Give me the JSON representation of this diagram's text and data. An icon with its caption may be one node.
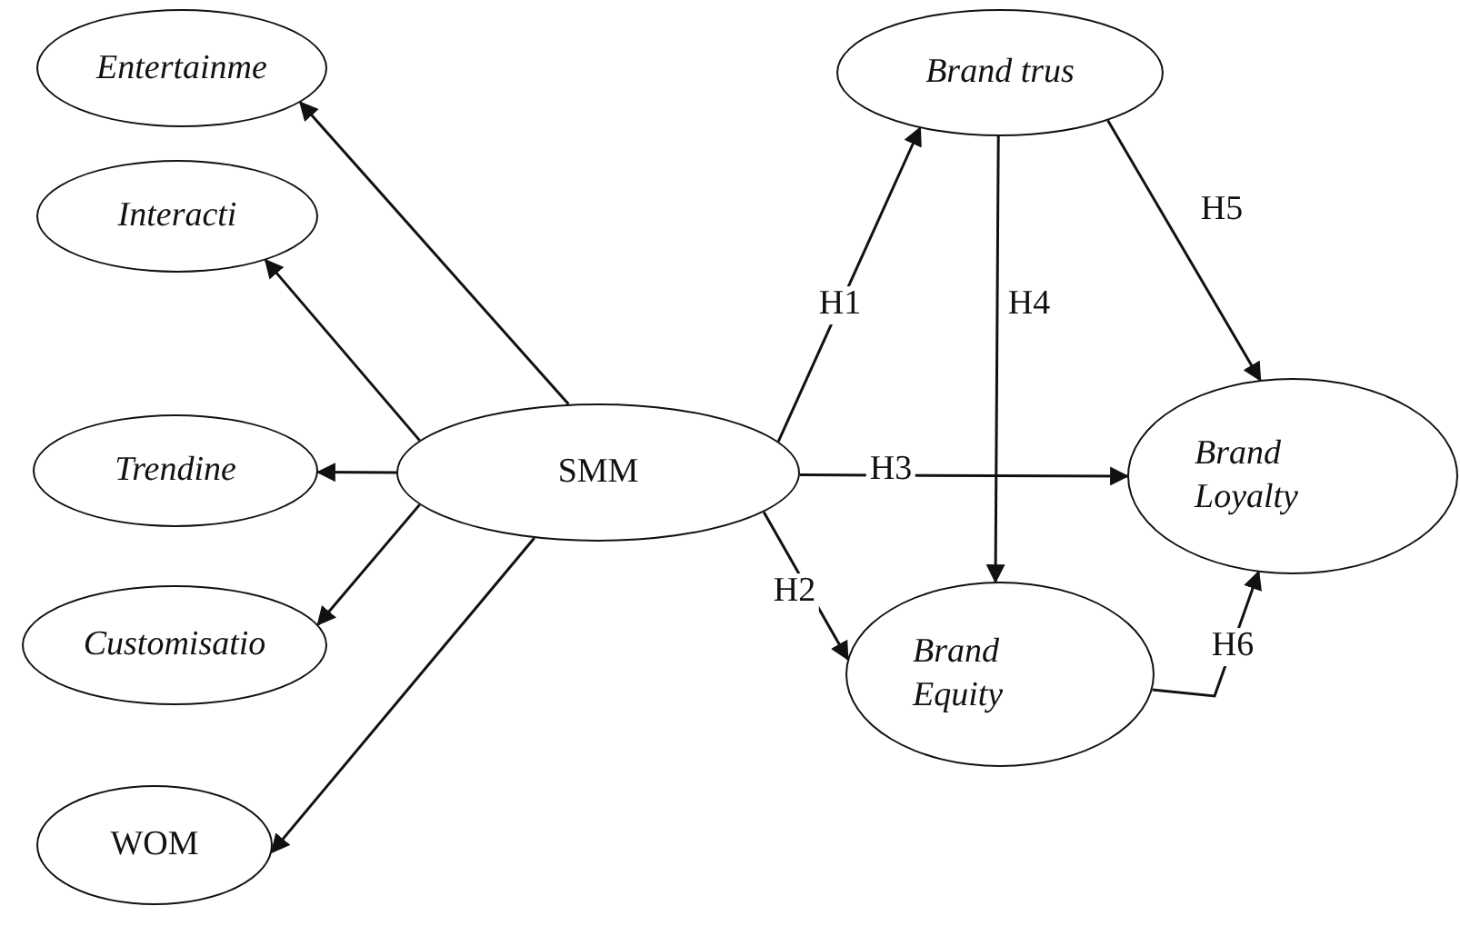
{
  "diagram": {
    "nodes": [
      {
        "text": [
          "Entertainme"
        ]
      },
      {
        "text": [
          "Interacti"
        ]
      },
      {
        "text": [
          "Trendine"
        ]
      },
      {
        "text": [
          "Customisatio"
        ]
      },
      {
        "text": [
          "WOM"
        ]
      },
      {
        "text": [
          "SMM"
        ]
      },
      {
        "text": [
          "Brand trus"
        ]
      },
      {
        "text": [
          "Brand Loyalty"
        ]
      },
      {
        "text": [
          "Brand Equity"
        ]
      }
    ],
    "edges": [
      {
        "from": 5,
        "to": 0,
        "arrow": "to"
      },
      {
        "from": 5,
        "to": 1,
        "arrow": "to"
      },
      {
        "from": 5,
        "to": 2,
        "arrow": "to"
      },
      {
        "from": 5,
        "to": 3,
        "arrow": "to"
      },
      {
        "from": 5,
        "to": 4,
        "arrow": "to"
      },
      {
        "from": 5,
        "to": 6,
        "arrow": "to",
        "label": "H1"
      },
      {
        "from": 5,
        "to": 8,
        "arrow": "to",
        "label": "H2"
      },
      {
        "from": 5,
        "to": 7,
        "arrow": "to",
        "label": "H3"
      },
      {
        "from": 6,
        "to": 8,
        "arrow": "to",
        "label": "H4"
      },
      {
        "from": 6,
        "to": 7,
        "arrow": "to",
        "label": "H5"
      },
      {
        "from": 8,
        "to": 7,
        "arrow": "to",
        "label": "H6"
      }
    ]
  }
}
